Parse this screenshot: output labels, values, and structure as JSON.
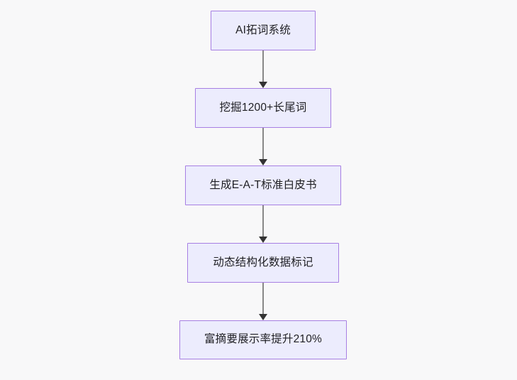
{
  "diagram": {
    "type": "flowchart",
    "direction": "top-down",
    "background_color": "#f8f8f9",
    "node_fill_color": "#ececfd",
    "node_border_color": "#a77fe3",
    "node_text_color": "#1f1f23",
    "connector_color": "#888888",
    "arrowhead_color": "#333333",
    "nodes": [
      {
        "id": "n1",
        "label": "AI拓词系统"
      },
      {
        "id": "n2",
        "label": "挖掘1200+长尾词"
      },
      {
        "id": "n3",
        "label": "生成E-A-T标准白皮书"
      },
      {
        "id": "n4",
        "label": "动态结构化数据标记"
      },
      {
        "id": "n5",
        "label": "富摘要展示率提升210%"
      }
    ],
    "edges": [
      {
        "from": "n1",
        "to": "n2",
        "arrow": "down-arrow"
      },
      {
        "from": "n2",
        "to": "n3",
        "arrow": "down-arrow"
      },
      {
        "from": "n3",
        "to": "n4",
        "arrow": "down-arrow"
      },
      {
        "from": "n4",
        "to": "n5",
        "arrow": "down-arrow"
      }
    ]
  }
}
